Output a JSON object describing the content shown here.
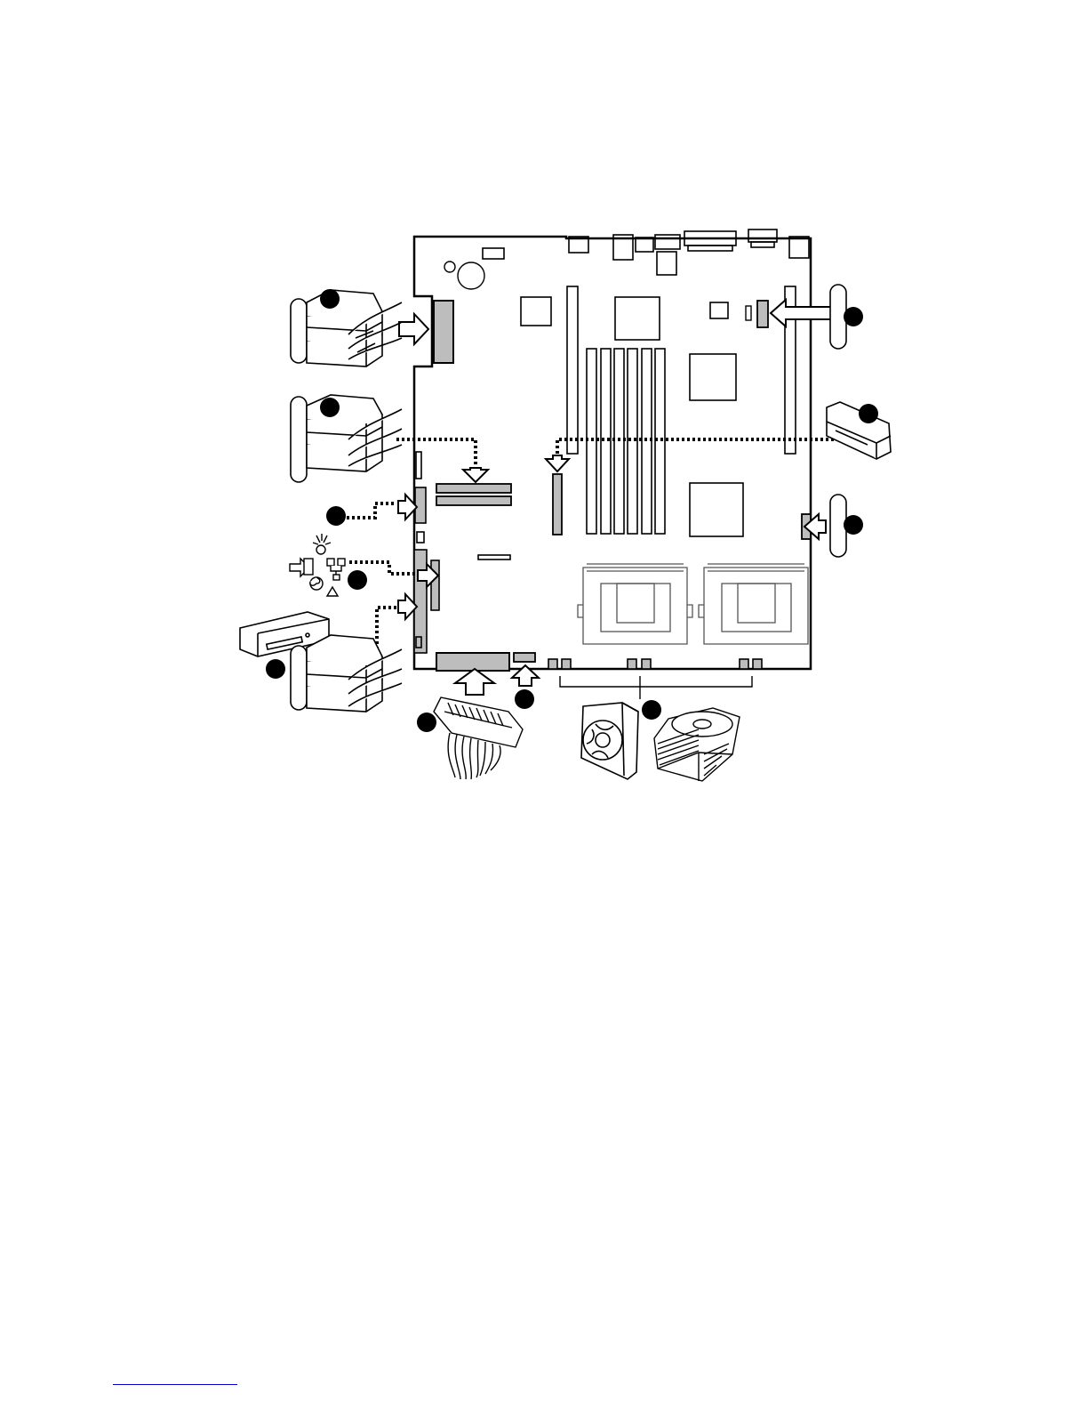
{
  "figure": {
    "kind": "server board connector diagram",
    "callout_style": "filled black circle, no printed label",
    "colors": {
      "line": "#000000",
      "component_fill": "#bdbdbd",
      "background": "#ffffff",
      "footnote_rule": "#0000cc"
    },
    "callouts": [
      {
        "name": "callout-scsi-drives"
      },
      {
        "name": "callout-ide-drives"
      },
      {
        "name": "callout-connector-a"
      },
      {
        "name": "callout-front-panel"
      },
      {
        "name": "callout-cdrom-drives"
      },
      {
        "name": "callout-atx-power"
      },
      {
        "name": "callout-aux-power"
      },
      {
        "name": "callout-fans-heatsink"
      },
      {
        "name": "callout-right-connector-upper"
      },
      {
        "name": "callout-floppy-drive"
      },
      {
        "name": "callout-right-connector-lower"
      }
    ],
    "icons": [
      "hard-drive-stack-icon",
      "cd-rom-drive-icon",
      "floppy-drive-icon",
      "power-connector-icon",
      "system-fan-icon",
      "processor-heatsink-icon",
      "front-panel-status-icon",
      "arrow-icon"
    ]
  }
}
